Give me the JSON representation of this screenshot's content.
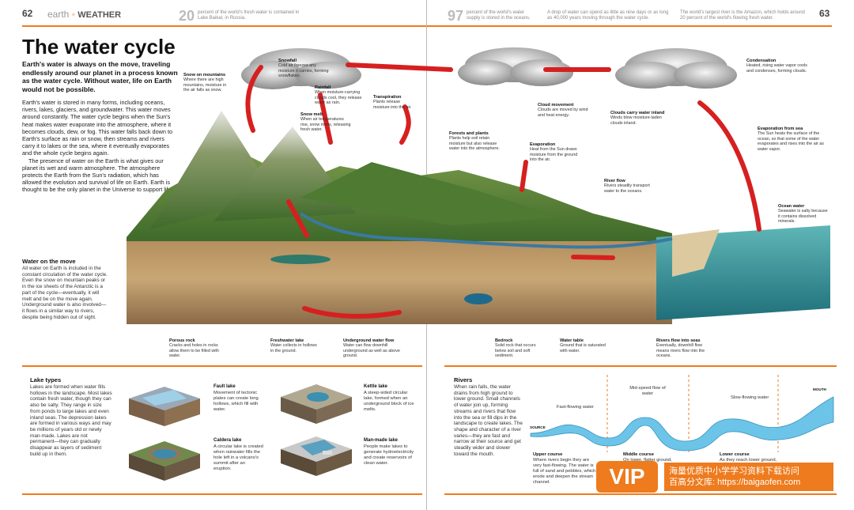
{
  "left_page": {
    "page_number": "62",
    "section": "earth",
    "subsection": "WEATHER",
    "fact_number": "20",
    "fact_text": "percent of the world's fresh water is contained in Lake Baikal, in Russia."
  },
  "right_page": {
    "page_number": "63",
    "fact_number": "97",
    "fact_text": "percent of the world's water supply is stored in the oceans.",
    "fact2": "A drop of water can spend as little as nine days or as long as 40,000 years moving through the water cycle.",
    "fact3": "The world's largest river is the Amazon, which holds around 20 percent of the world's flowing fresh water."
  },
  "article": {
    "title": "The water cycle",
    "intro": "Earth's water is always on the move, traveling endlessly around our planet in a process known as the water cycle. Without water, life on Earth would not be possible.",
    "body_1": "Earth's water is stored in many forms, including oceans, rivers, lakes, glaciers, and groundwater. This water moves around constantly. The water cycle begins when the Sun's heat makes water evaporate into the atmosphere, where it becomes clouds, dew, or fog. This water falls back down to Earth's surface as rain or snow, then streams and rivers carry it to lakes or the sea, where it eventually evaporates and the whole cycle begins again.",
    "body_2": "The presence of water on the Earth is what gives our planet its wet and warm atmosphere. The atmosphere protects the Earth from the Sun's radiation, which has allowed the evolution and survival of life on Earth. Earth is thought to be the only planet in the Universe to support life."
  },
  "water_on_move": {
    "heading": "Water on the move",
    "text": "All water on Earth is included in the constant circulation of the water cycle. Even the snow on mountain peaks or in the ice sheets of the Antarctic is a part of the cycle—eventually, it will melt and be on the move again. Underground water is also involved—it flows in a similar way to rivers, despite being hidden out of sight."
  },
  "labels": [
    {
      "title": "Snow on mountains",
      "text": "Where there are high mountains, moisture in the air falls as snow."
    },
    {
      "title": "Snowfall",
      "text": "Cold air freezes any moisture it carries, forming snowflakes."
    },
    {
      "title": "Rainfall",
      "text": "When moisture-carrying clouds cool, they release water as rain."
    },
    {
      "title": "Snow melt",
      "text": "When air temperatures rise, snow melts, releasing fresh water."
    },
    {
      "title": "Transpiration",
      "text": "Plants release moisture into the air."
    },
    {
      "title": "Forests and plants",
      "text": "Plants help soil retain moisture but also release water into the atmosphere."
    },
    {
      "title": "Cloud movement",
      "text": "Clouds are moved by wind and heat energy."
    },
    {
      "title": "Clouds carry water inland",
      "text": "Winds blow moisture-laden clouds inland."
    },
    {
      "title": "Condensation",
      "text": "Heated, rising water vapor cools and condenses, forming clouds."
    },
    {
      "title": "Evaporation from sea",
      "text": "The Sun heats the surface of the ocean, so that some of the water evaporates and rises into the air as water vapor."
    },
    {
      "title": "Evaporation",
      "text": "Heat from the Sun draws moisture from the ground into the air."
    },
    {
      "title": "River flow",
      "text": "Rivers steadily transport water to the oceans."
    },
    {
      "title": "Ocean water",
      "text": "Seawater is salty because it contains dissolved minerals."
    },
    {
      "title": "Porous rock",
      "text": "Cracks and holes in rocks allow them to be filled with water."
    },
    {
      "title": "Freshwater lake",
      "text": "Water collects in hollows in the ground."
    },
    {
      "title": "Underground water flow",
      "text": "Water can flow downhill underground as well as above ground."
    },
    {
      "title": "Bedrock",
      "text": "Solid rock that occurs below soil and soft sediment."
    },
    {
      "title": "Water table",
      "text": "Ground that is saturated with water."
    },
    {
      "title": "Rivers flow into seas",
      "text": "Eventually, downhill flow means rivers flow into the oceans."
    }
  ],
  "lakes": {
    "heading": "Lake types",
    "text": "Lakes are formed when water fills hollows in the landscape. Most lakes contain fresh water, though they can also be salty. They range in size from ponds to large lakes and even inland seas. The depression lakes are formed in various ways and may be millions of years old or newly man-made. Lakes are not permanent—they can gradually disappear as layers of sediment build up in them.",
    "types": [
      {
        "name": "Fault lake",
        "text": "Movement of tectonic plates can create long hollows, which fill with water."
      },
      {
        "name": "Kettle lake",
        "text": "A steep-sided circular lake, formed when an underground block of ice melts."
      },
      {
        "name": "Caldera lake",
        "text": "A circular lake is created when rainwater fills the hole left in a volcano's summit after an eruption."
      },
      {
        "name": "Man-made lake",
        "text": "People make lakes to generate hydroelectricity and create reservoirs of clean water."
      }
    ]
  },
  "rivers": {
    "heading": "Rivers",
    "text": "When rain falls, the water drains from high ground to lower ground. Small channels of water join up, forming streams and rivers that flow into the sea or fill dips in the landscape to create lakes. The shape and character of a river varies—they are fast and narrow at their source and get steadily wider and slower toward the mouth.",
    "source": "SOURCE",
    "mouth": "MOUTH",
    "fast": "Fast-flowing water",
    "mid": "Mid-speed flow of water",
    "slow": "Slow-flowing water",
    "upper_h": "Upper course",
    "upper_t": "Where rivers begin they are very fast-flowing. The water is full of sand and pebbles, which erode and deepen the stream channel.",
    "middle_h": "Middle course",
    "middle_t": "On lower, flatter ground,",
    "lower_h": "Lower course",
    "lower_t": "As they reach lower ground,"
  },
  "watermark": {
    "badge": "VIP",
    "line1": "海量优质中小学学习资料下载访问",
    "line2": "百高分文库: https://baigaofen.com"
  }
}
